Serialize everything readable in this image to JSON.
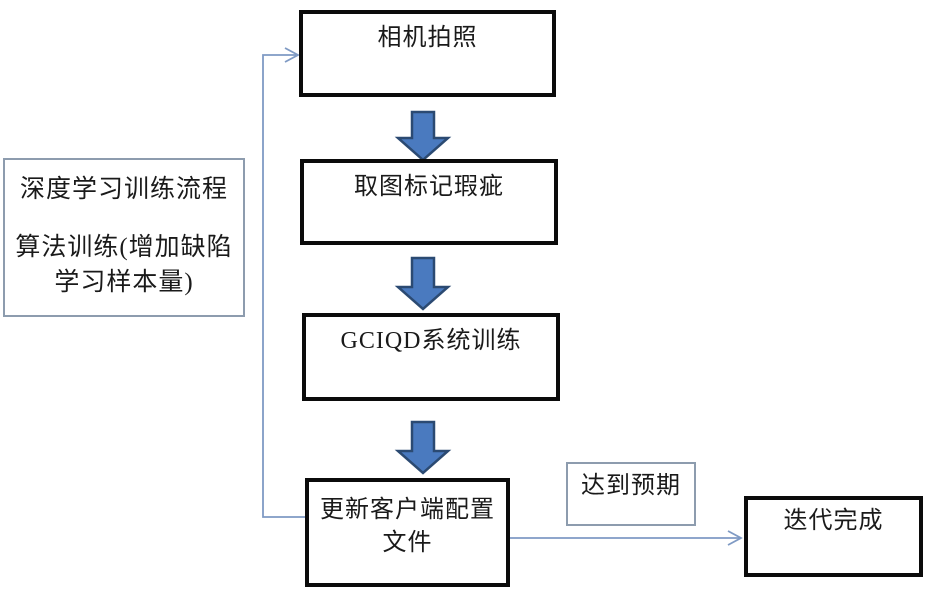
{
  "flowchart": {
    "nodes": {
      "camera": {
        "label": "相机拍照"
      },
      "capture": {
        "label": "取图标记瑕疵"
      },
      "gciqd": {
        "label": "GCIQD系统训练"
      },
      "update": {
        "label": "更新客户端配置文件",
        "lines": [
          "更新客户端配置",
          "文件"
        ]
      },
      "sidenote": {
        "lines": [
          "深度学习训练流程",
          "算法训练(增加缺陷",
          "学习样本量)"
        ]
      },
      "expect": {
        "label": "达到预期"
      },
      "done": {
        "label": "迭代完成"
      }
    },
    "colors": {
      "background": "#ffffff",
      "text": "#1a1a1a",
      "box_border_thick": "#0b0b0b",
      "box_border_thin": "#8d9cae",
      "block_arrow_fill": "#4a7abf",
      "block_arrow_border": "#2b4a72",
      "connector": "#7f9ac4"
    }
  }
}
